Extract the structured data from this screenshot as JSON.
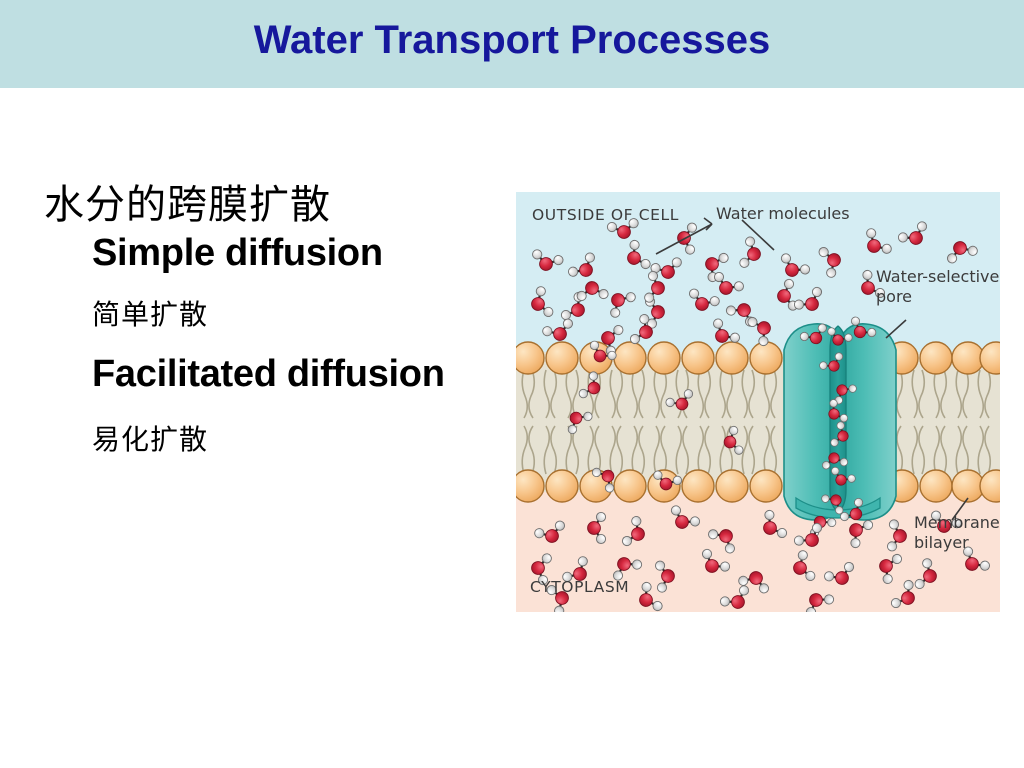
{
  "slide": {
    "title": "Water Transport Processes",
    "title_color": "#16189c",
    "banner_color": "#bfdfe2",
    "background_color": "#ffffff"
  },
  "bullets": {
    "heading_cn": "水分的跨膜扩散",
    "simple_diffusion_en": "Simple diffusion",
    "simple_diffusion_cn": "简单扩散",
    "facilitated_diffusion_en": "Facilitated diffusion",
    "facilitated_diffusion_cn": "易化扩散"
  },
  "figure": {
    "labels": {
      "outside": "OUTSIDE OF CELL",
      "water_molecules": "Water molecules",
      "water_selective_pore_line1": "Water-selective",
      "water_selective_pore_line2": "pore",
      "membrane_bilayer_line1": "Membrane",
      "membrane_bilayer_line2": "bilayer",
      "cytoplasm": "CYTOPLASM"
    },
    "colors": {
      "extracellular_fluid": "#d5edf3",
      "cytoplasm_fluid": "#fbe2d6",
      "lipid_head": "#f7c083",
      "lipid_head_outline": "#a8702f",
      "lipid_tail": "#ded8c6",
      "lipid_tail_outline": "#a9a289",
      "channel_protein": "#3fb5ae",
      "channel_protein_light": "#7fd0cb",
      "pore_interior": "#2aa39c",
      "oxygen_atom": "#d6283f",
      "hydrogen_atom": "#dcdcdc",
      "bond_line": "#2b2b2b",
      "label_text": "#3b3b3b"
    }
  }
}
